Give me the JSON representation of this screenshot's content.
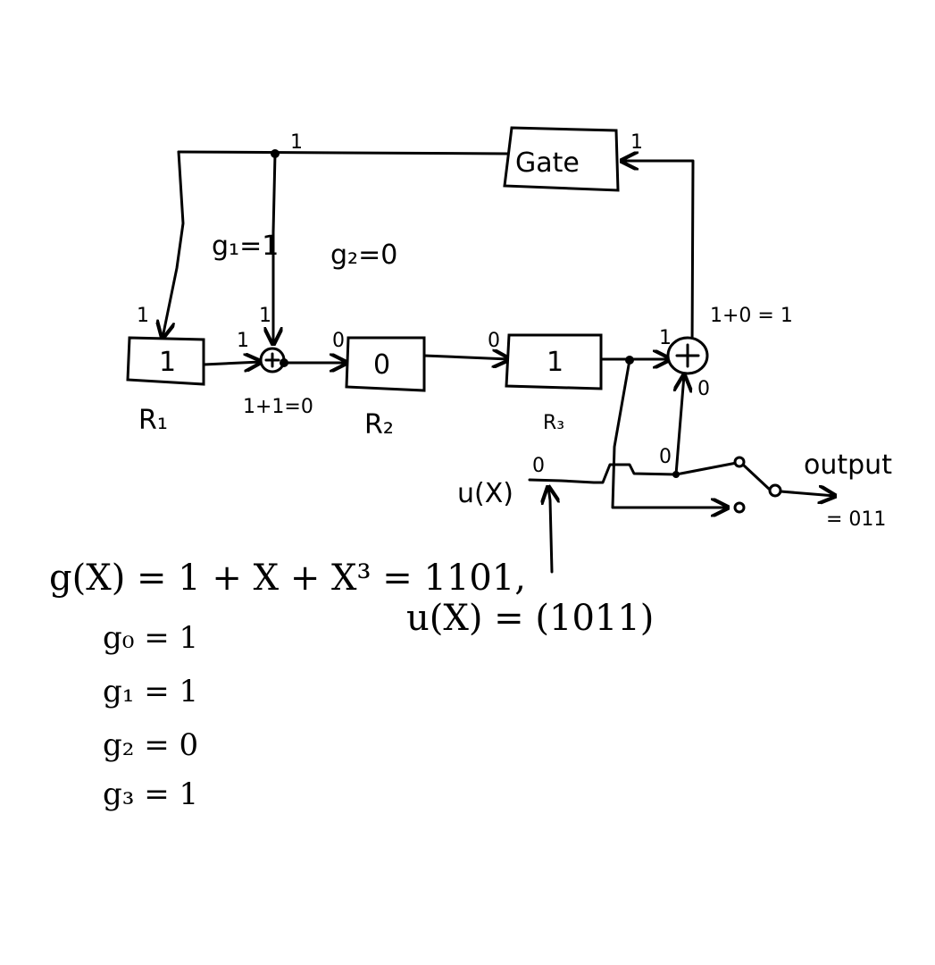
{
  "gate": {
    "label": "Gate",
    "input_value": "1",
    "output_value": "1"
  },
  "coefficients_on_diagram": {
    "g1": "g₁=1",
    "g2": "g₂=0"
  },
  "registers": [
    {
      "name": "R₁",
      "value": "1",
      "input_value": "1"
    },
    {
      "name": "R₂",
      "value": "0",
      "input_value": "0"
    },
    {
      "name": "R₃",
      "value": "1",
      "input_value": "0"
    }
  ],
  "adder1": {
    "input_left": "1",
    "input_top": "1",
    "sum_label": "1+1=0"
  },
  "adder2": {
    "input_left": "1",
    "input_bottom": "0",
    "sum_label": "1+0 = 1"
  },
  "input": {
    "label": "u(X)",
    "value": "0",
    "branch_value": "0"
  },
  "output": {
    "label": "output",
    "value": "= 011"
  },
  "equations": {
    "generator": "g(X) = 1 + X + X³ = 1101,",
    "message": "u(X) = (1011)",
    "coefficients": [
      "g₀ = 1",
      "g₁ = 1",
      "g₂ = 0",
      "g₃ = 1"
    ]
  }
}
